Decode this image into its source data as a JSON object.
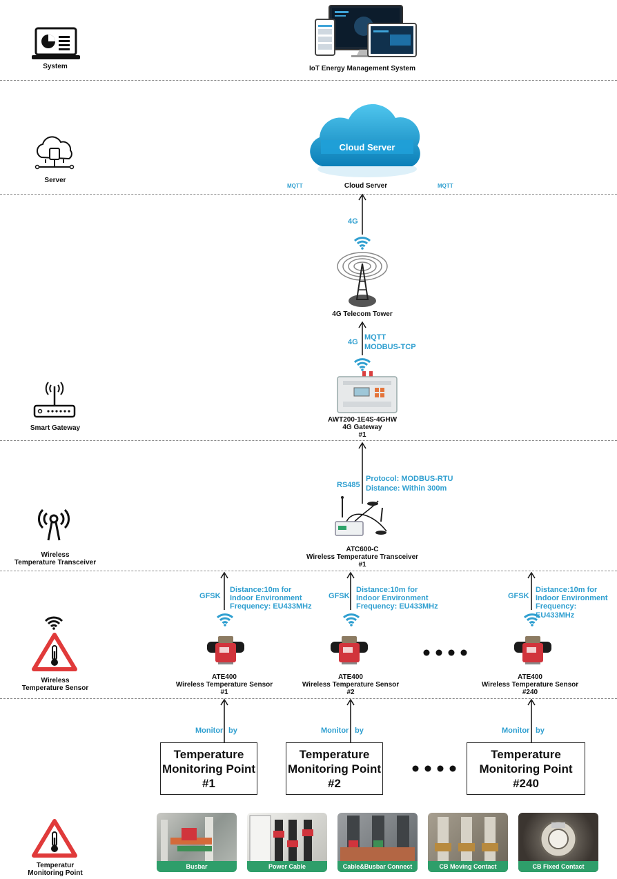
{
  "layers": {
    "system": "System",
    "server": "Server",
    "gateway": "Smart Gateway",
    "transceiver": [
      "Wireless",
      "Temperature Transceiver"
    ],
    "sensor": [
      "Wireless",
      "Temperature Sensor"
    ],
    "monitoring": [
      "Temperatur",
      "Monitoring Point"
    ]
  },
  "system_name": "IoT Energy Management System",
  "cloud": {
    "badge": "Cloud Server",
    "caption": "Cloud Server",
    "mqtt_left": "MQTT",
    "mqtt_right": "MQTT"
  },
  "tower": {
    "link_up": "4G",
    "caption": "4G Telecom Tower"
  },
  "gateway": {
    "link_up": "4G",
    "protocol_1": "MQTT",
    "protocol_2": "MODBUS-TCP",
    "caption": [
      "AWT200-1E4S-4GHW",
      "4G Gateway",
      "#1"
    ]
  },
  "transceiver": {
    "link_up": "RS485",
    "protocol": "Protocol: MODBUS-RTU",
    "distance": "Distance: Within 300m",
    "caption": [
      "ATC600-C",
      "Wireless Temperature Transceiver",
      "#1"
    ]
  },
  "sensors": [
    {
      "link": "GFSK",
      "info": [
        "Distance:10m for",
        "Indoor Environment",
        "Frequency: EU433MHz"
      ],
      "caption": [
        "ATE400",
        "Wireless Temperature Sensor",
        "#1"
      ]
    },
    {
      "link": "GFSK",
      "info": [
        "Distance:10m for",
        "Indoor Environment",
        "Frequency: EU433MHz"
      ],
      "caption": [
        "ATE400",
        "Wireless Temperature Sensor",
        "#2"
      ]
    },
    {
      "link": "GFSK",
      "info": [
        "Distance:10m for",
        "Indoor Environment",
        "Frequency: EU433MHz"
      ],
      "caption": [
        "ATE400",
        "Wireless Temperature Sensor",
        "#240"
      ]
    }
  ],
  "monitor_by": [
    "Monitor",
    "by"
  ],
  "points": [
    [
      "Temperature",
      "Monitoring Point",
      "#1"
    ],
    [
      "Temperature",
      "Monitoring Point",
      "#2"
    ],
    [
      "Temperature",
      "Monitoring Point",
      "#240"
    ]
  ],
  "photos": [
    "Busbar",
    "Power Cable",
    "Cable&Busbar Connect",
    "CB Moving Contact",
    "CB Fixed Contact"
  ],
  "colors": {
    "accent": "#2f9fd0",
    "warning": "#e03a3a",
    "photo_caption": "#2e9e6a"
  }
}
